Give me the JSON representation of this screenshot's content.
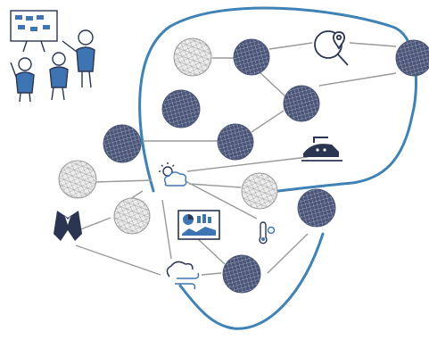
{
  "colors": {
    "background": "#ffffff",
    "node_dark": "#4a5577",
    "node_light": "#e6e6e6",
    "node_line_light": "#9a9a9a",
    "edge": "#9a9a9a",
    "path_highlight": "#3f83b6",
    "icon_blue": "#3f74b3",
    "icon_dark": "#2b3552"
  },
  "nodes": [
    {
      "id": "n1",
      "style": "light",
      "name": "network-node-top-light"
    },
    {
      "id": "n2",
      "style": "dark",
      "name": "network-node-top-center"
    },
    {
      "id": "n3",
      "style": "dark",
      "name": "network-node-right-top"
    },
    {
      "id": "n4",
      "style": "dark",
      "name": "network-node-mid-left"
    },
    {
      "id": "n5",
      "style": "dark",
      "name": "network-node-mid-right"
    },
    {
      "id": "n6",
      "style": "dark",
      "name": "network-node-left"
    },
    {
      "id": "n7",
      "style": "dark",
      "name": "network-node-center"
    },
    {
      "id": "n8",
      "style": "light",
      "name": "network-node-far-left-light"
    },
    {
      "id": "n9",
      "style": "light",
      "name": "network-node-right-light"
    },
    {
      "id": "n10",
      "style": "dark",
      "name": "network-node-right-low"
    },
    {
      "id": "n11",
      "style": "light",
      "name": "network-node-left-low-light"
    },
    {
      "id": "n12",
      "style": "dark",
      "name": "network-node-bottom"
    }
  ],
  "icons": [
    {
      "id": "search",
      "name": "location-search-icon"
    },
    {
      "id": "weather",
      "name": "partly-cloudy-icon"
    },
    {
      "id": "iron",
      "name": "steam-iron-icon"
    },
    {
      "id": "tuxedo",
      "name": "tuxedo-icon"
    },
    {
      "id": "dashboard",
      "name": "dashboard-chart-icon"
    },
    {
      "id": "thermo",
      "name": "thermometer-icon"
    },
    {
      "id": "wind",
      "name": "wind-icon"
    },
    {
      "id": "team",
      "name": "team-whiteboard-illustration"
    }
  ]
}
